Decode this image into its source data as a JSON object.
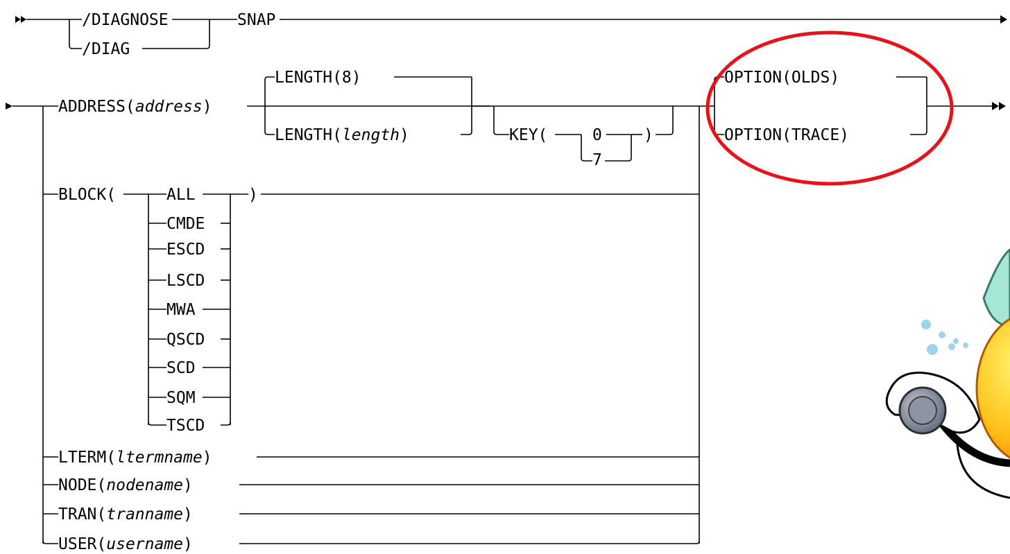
{
  "diagram": {
    "cmd_full": "/DIAGNOSE",
    "cmd_short": "/DIAG",
    "snap": "SNAP",
    "address_kw": "ADDRESS(",
    "address_var": "address",
    "length_default": "LENGTH(8)",
    "length_kw": "LENGTH(",
    "length_var": "length",
    "key_open": "KEY(",
    "key_values": [
      "0",
      "7"
    ],
    "block_open": "BLOCK(",
    "block_values": [
      "ALL",
      "CMDE",
      "ESCD",
      "LSCD",
      "MWA",
      "QSCD",
      "SCD",
      "SQM",
      "TSCD"
    ],
    "lterm_kw": "LTERM(",
    "lterm_var": "ltermname",
    "node_kw": "NODE(",
    "node_var": "nodename",
    "tran_kw": "TRAN(",
    "tran_var": "tranname",
    "user_kw": "USER(",
    "user_var": "username",
    "close_paren": ")",
    "option_olds": "OPTION(OLDS)",
    "option_trace": "OPTION(TRACE)",
    "highlight_color": "#e8121b"
  },
  "illustration": {
    "icon": "doctor-smiley-with-stethoscope-icon"
  }
}
